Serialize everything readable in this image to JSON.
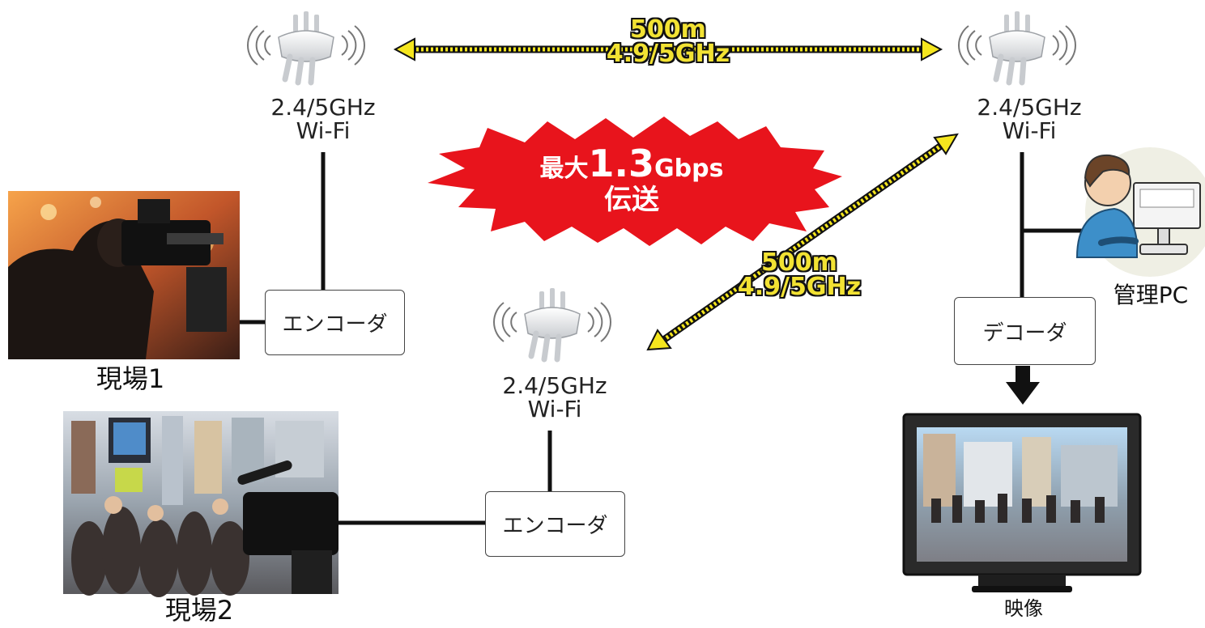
{
  "access_points": [
    {
      "band": "2.4/5GHz",
      "label": "Wi-Fi"
    },
    {
      "band": "2.4/5GHz",
      "label": "Wi-Fi"
    },
    {
      "band": "2.4/5GHz",
      "label": "Wi-Fi"
    }
  ],
  "links": {
    "top": {
      "distance": "500m",
      "band": "4.9/5GHz"
    },
    "diagonal": {
      "distance": "500m",
      "band": "4.9/5GHz"
    }
  },
  "burst": {
    "prefix": "最大",
    "value": "1.3",
    "unit": "Gbps",
    "line2": "伝送"
  },
  "devices": {
    "encoder1": "エンコーダ",
    "encoder2": "エンコーダ",
    "decoder": "デコーダ"
  },
  "sites": {
    "site1": "現場1",
    "site2": "現場2"
  },
  "admin_pc": "管理PC",
  "display": "映像",
  "colors": {
    "burst_red": "#e8141c",
    "arrow_yellow": "#f5e61e",
    "line_black": "#111111"
  }
}
